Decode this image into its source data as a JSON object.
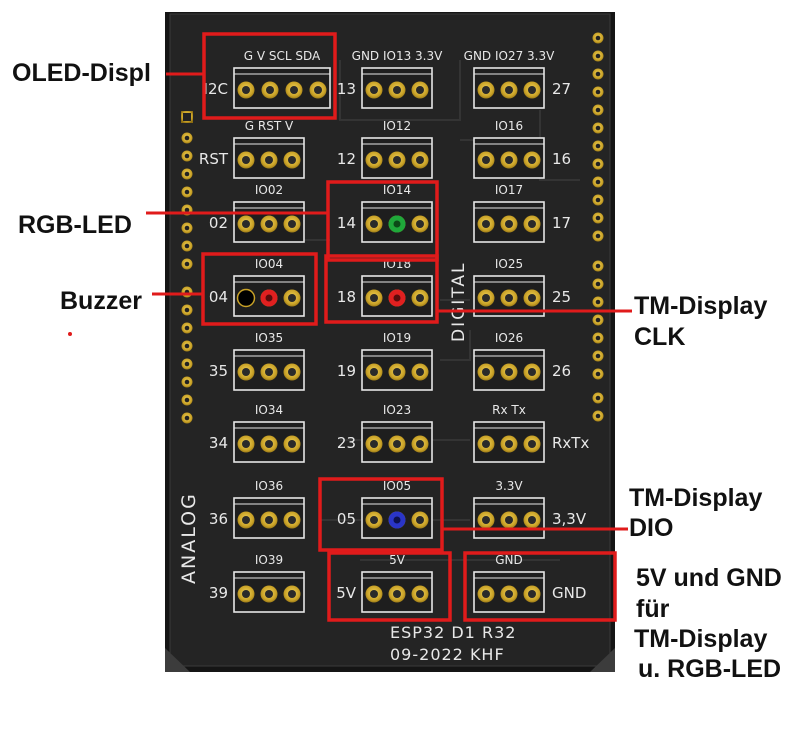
{
  "board": {
    "title_line1": "ESP32 D1 R32",
    "title_line2": "09-2022 KHF",
    "side_label_left": "ANALOG",
    "side_label_center": "DIGITAL"
  },
  "headers": {
    "i2c_pins": "G V SCL SDA",
    "i2c_side": "I2C",
    "rst_pins": "G RST V",
    "rst_side": "RST",
    "io02": "IO02",
    "io02_side": "02",
    "io04": "IO04",
    "io04_side": "04",
    "io35": "IO35",
    "io35_side": "35",
    "io34": "IO34",
    "io34_side": "34",
    "io36": "IO36",
    "io36_side": "36",
    "io39": "IO39",
    "io39_side": "39",
    "io13": "GND IO13 3.3V",
    "io13_side": "13",
    "io12": "IO12",
    "io12_side": "12",
    "io14": "IO14",
    "io14_side": "14",
    "io18": "IO18",
    "io18_side": "18",
    "io19": "IO19",
    "io19_side": "19",
    "io23": "IO23",
    "io23_side": "23",
    "io05": "IO05",
    "io05_side": "05",
    "v5": "5V",
    "v5_side": "5V",
    "io27": "GND IO27 3.3V",
    "io27_side": "27",
    "io16": "IO16",
    "io16_side": "16",
    "io17": "IO17",
    "io17_side": "17",
    "io25": "IO25",
    "io25_side": "25",
    "io26": "IO26",
    "io26_side": "26",
    "rxtx": "Rx Tx",
    "rxtx_side": "RxTx",
    "v33": "3.3V",
    "v33_side": "3,3V",
    "gnd": "GND",
    "gnd_side": "GND"
  },
  "callouts": {
    "oled": "OLED-Displ",
    "rgb_led": "RGB-LED",
    "buzzer": "Buzzer",
    "tm_clk_1": "TM-Display",
    "tm_clk_2": "CLK",
    "tm_dio_1": "TM-Display",
    "tm_dio_2": "DIO",
    "power_1": "5V und GND",
    "power_2": "für",
    "power_3": "TM-Display",
    "power_4": "u. RGB-LED"
  },
  "colors": {
    "pcb": "#1f1f1f",
    "silkscreen": "#e8e8e8",
    "pad_gold": "#c9a227",
    "highlight_red": "#e01b1b",
    "led_green": "#1fa83a",
    "led_red": "#e02020",
    "led_blue": "#2a35c8",
    "led_black": "#000000"
  }
}
